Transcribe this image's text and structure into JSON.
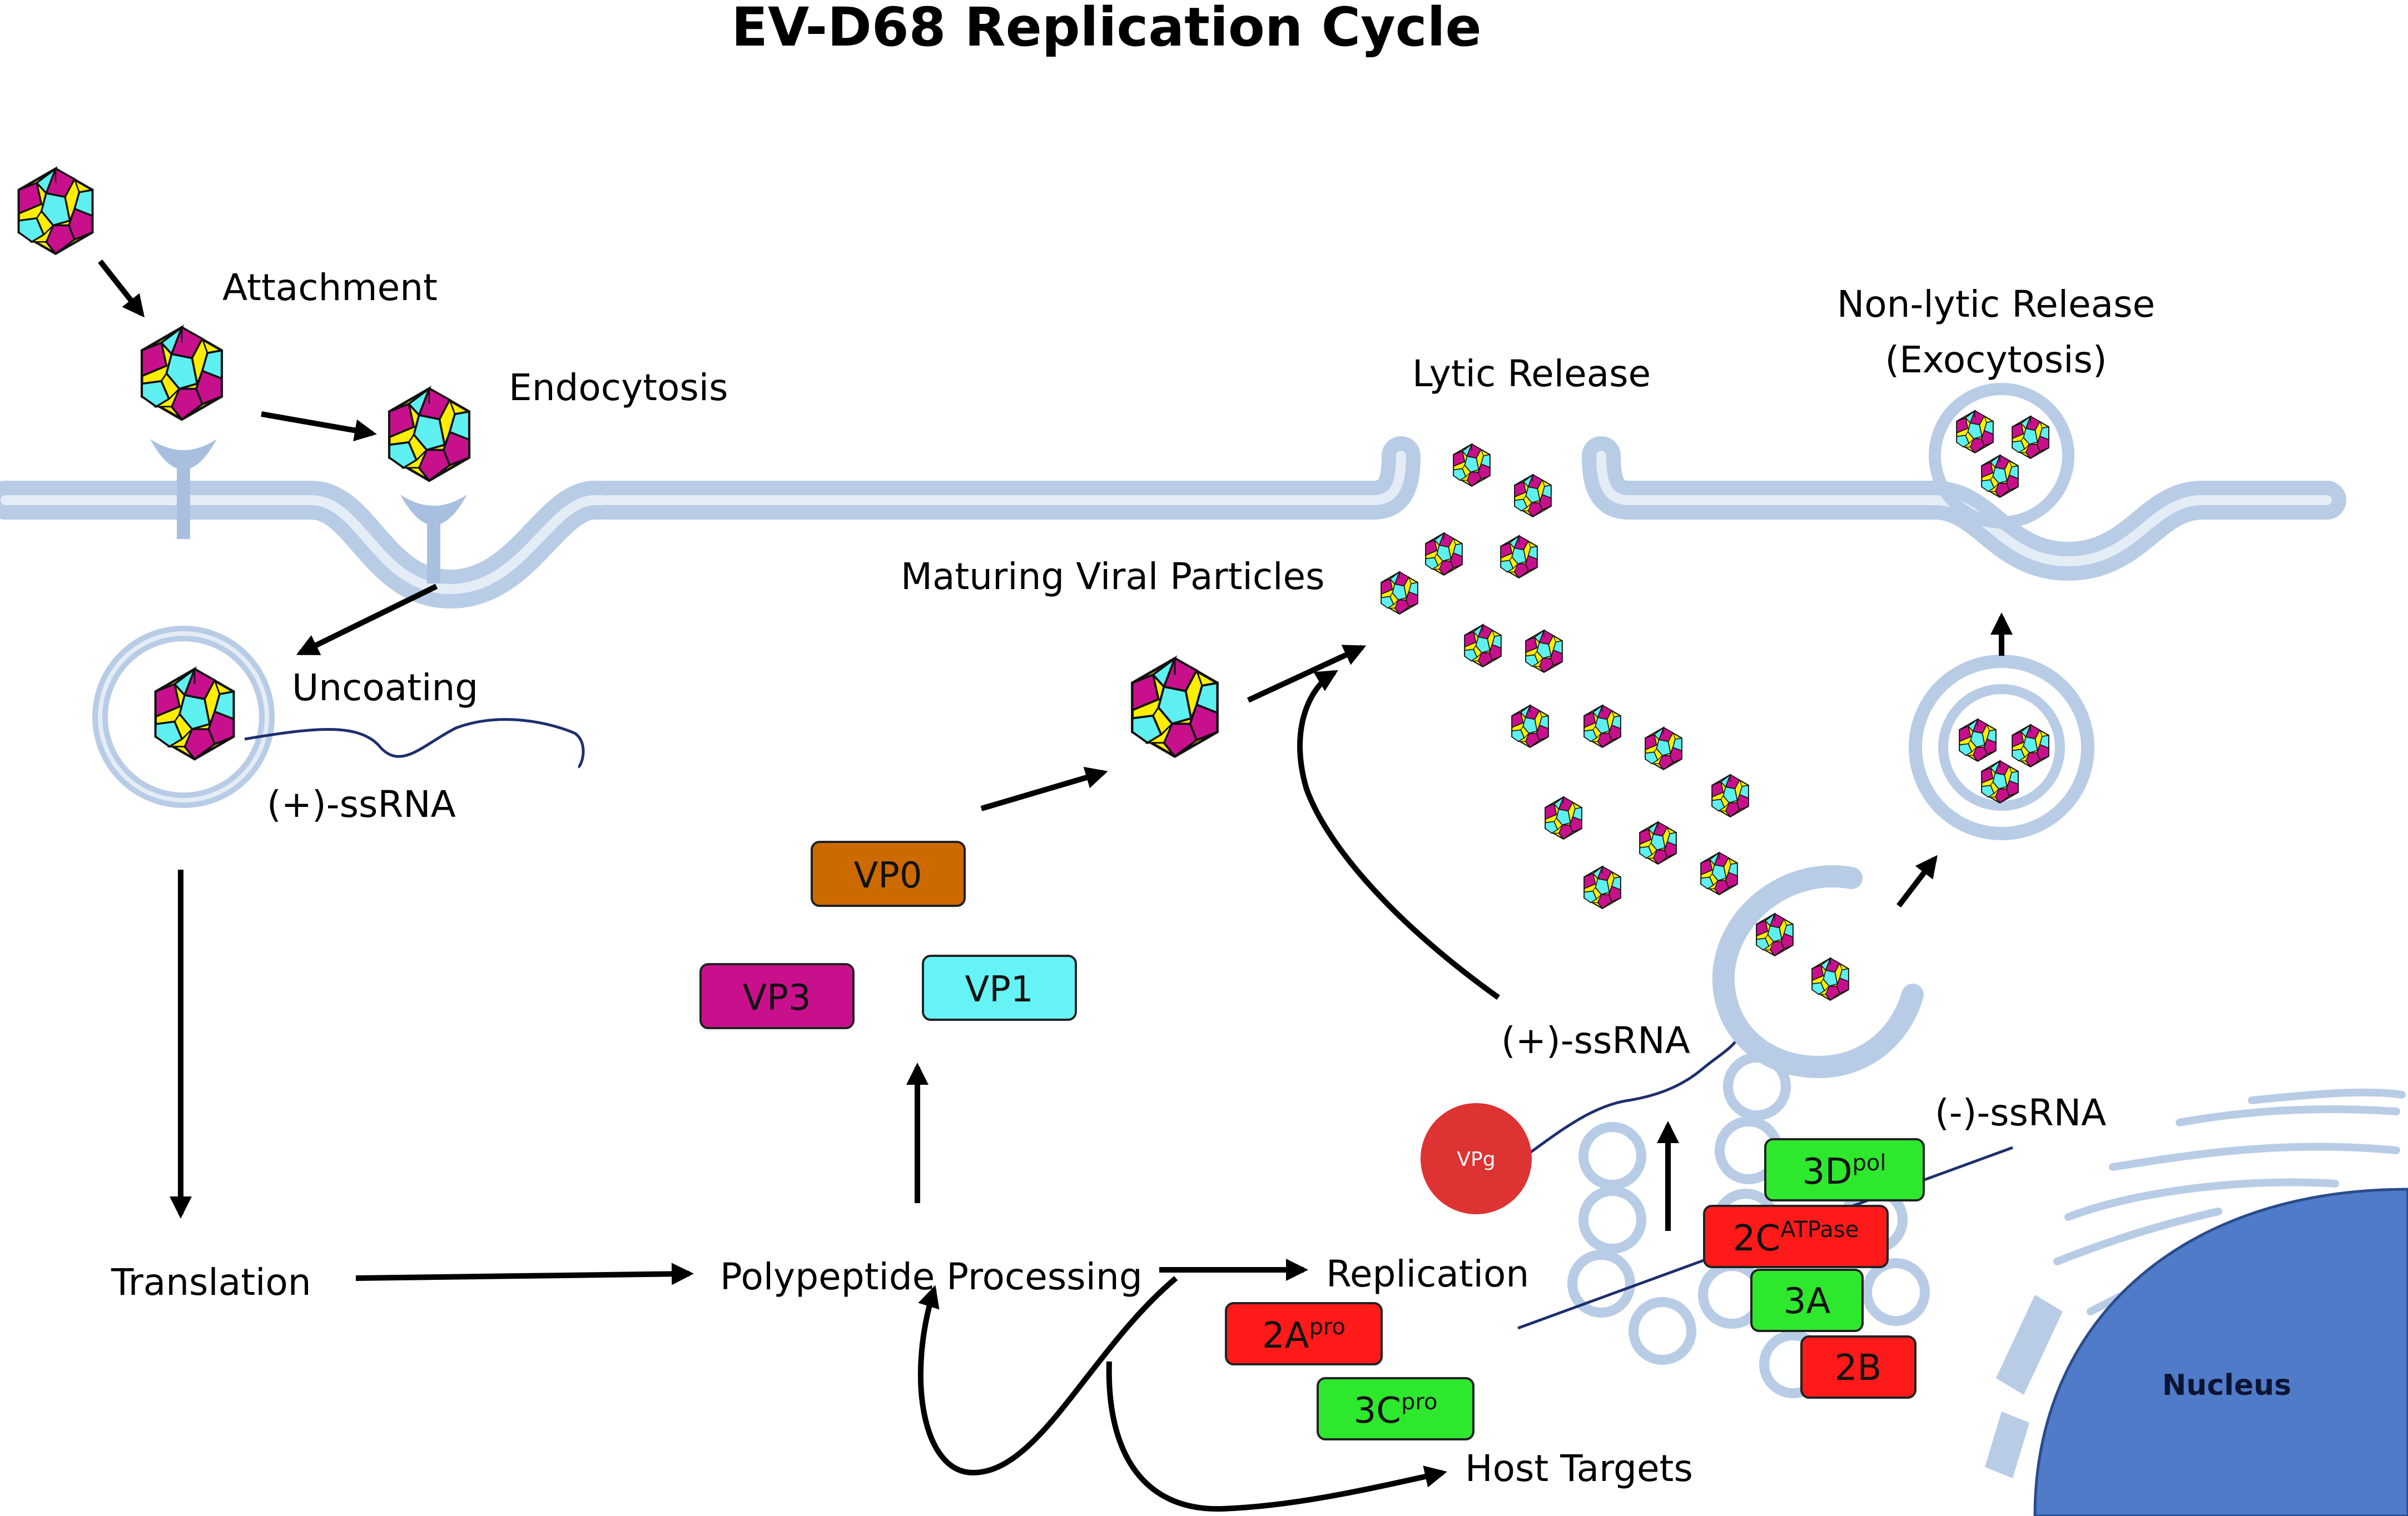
{
  "title": "EV-D68 Replication Cycle",
  "labels": {
    "attachment": "Attachment",
    "endocytosis": "Endocytosis",
    "uncoating": "Uncoating",
    "ssrna_plus_1": "(+)-ssRNA",
    "translation": "Translation",
    "polypeptide_processing": "Polypeptide Processing",
    "replication": "Replication",
    "host_targets": "Host Targets",
    "maturing_viral_particles": "Maturing Viral Particles",
    "lytic_release": "Lytic Release",
    "non_lytic_release_line1": "Non-lytic Release",
    "non_lytic_release_line2": "(Exocytosis)",
    "ssrna_plus_2": "(+)-ssRNA",
    "ssrna_minus": "(-)-ssRNA",
    "nucleus": "Nucleus",
    "vpg": "VPg"
  },
  "proteins": {
    "vp0": "VP0",
    "vp3": "VP3",
    "vp1": "VP1",
    "p2a_base": "2A",
    "p2a_sup": "pro",
    "p3c_base": "3C",
    "p3c_sup": "pro",
    "p3d_base": "3D",
    "p3d_sup": "pol",
    "p2c_base": "2C",
    "p2c_sup": "ATPase",
    "p3a": "3A",
    "p2b": "2B"
  },
  "colors": {
    "capsid_yellow": "#ffee00",
    "capsid_magenta": "#c8108c",
    "capsid_cyan": "#5ef0f0",
    "membrane": "#b8cce6",
    "vp0": "#cc6a00",
    "vp3": "#c8108c",
    "vp1": "#66f3f5",
    "red_protein": "#ff1a1a",
    "green_protein": "#2ee82e",
    "vpg": "#dd3333",
    "nucleus": "#4f7bc8"
  }
}
